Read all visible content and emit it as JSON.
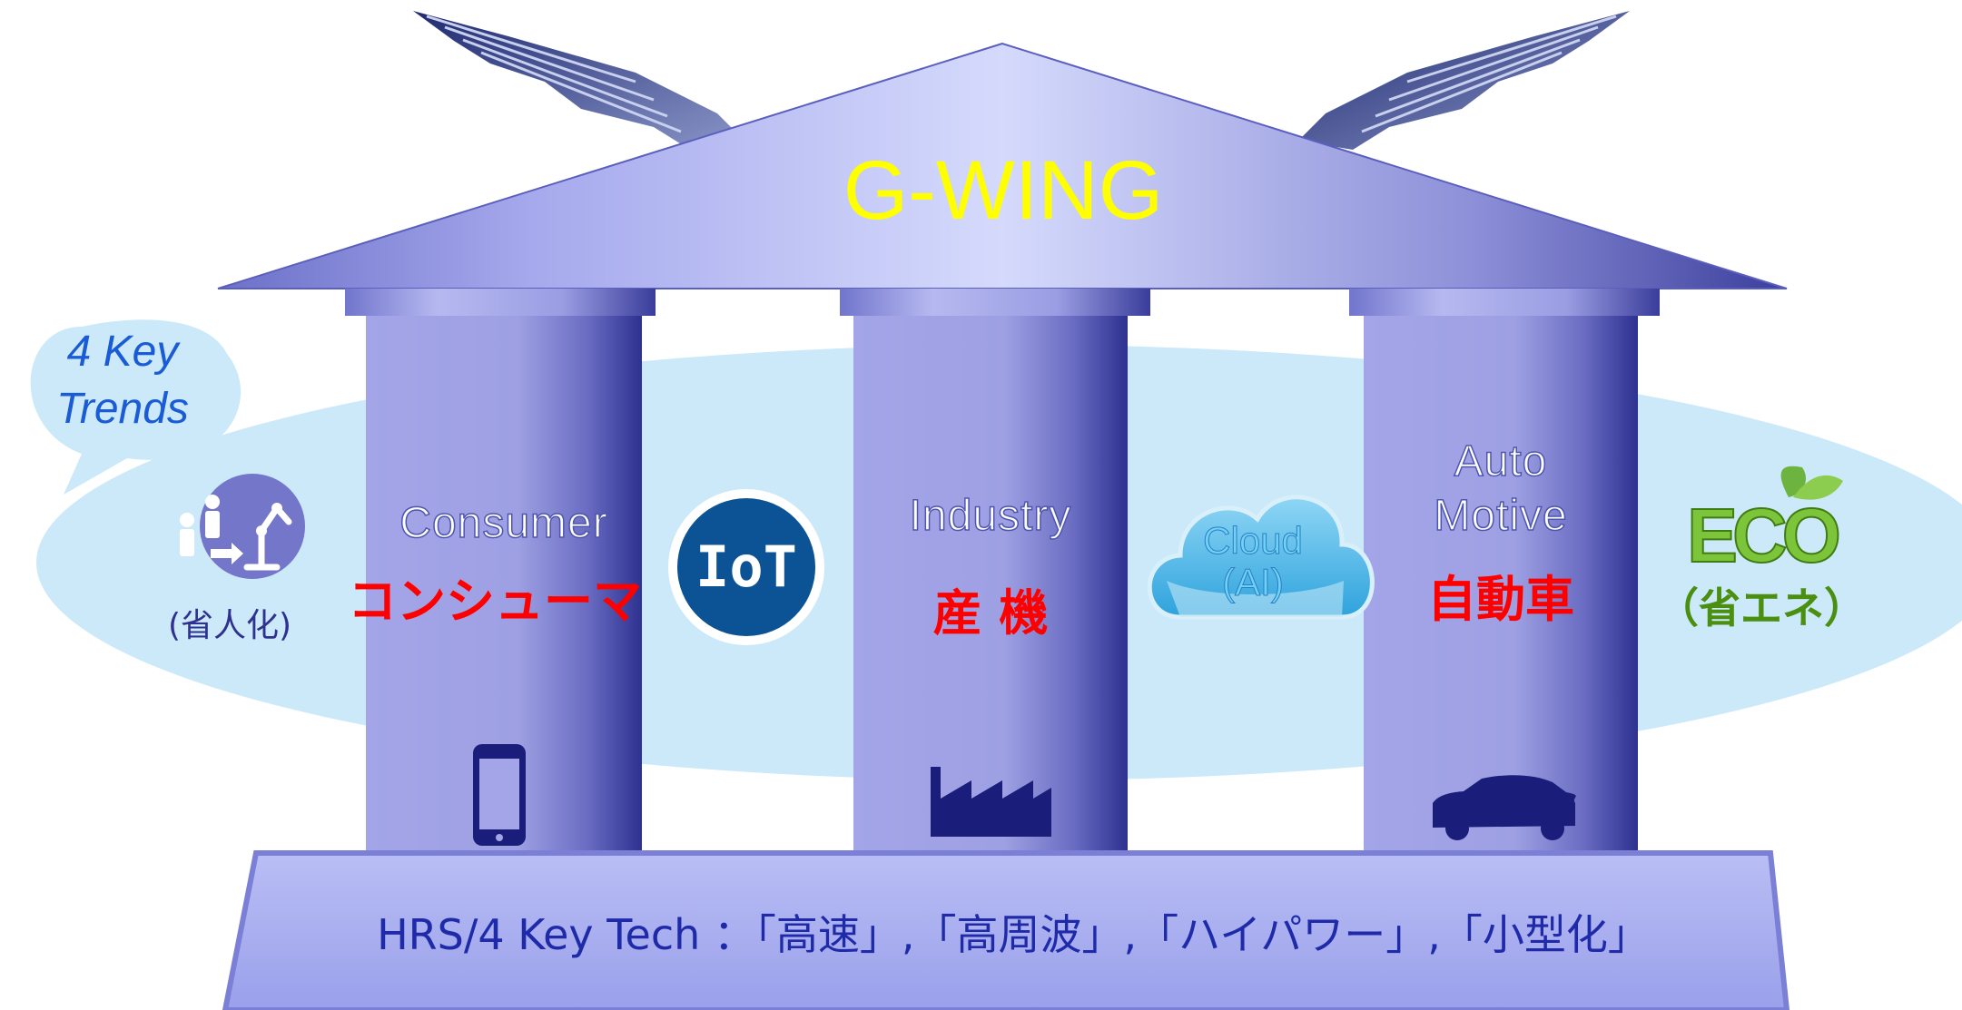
{
  "title": "G-WING",
  "trends_label_line1": "4 Key",
  "trends_label_line2": "Trends",
  "left_trend_label": "(省人化)",
  "pillars": [
    {
      "name_en": "Consumer",
      "name_jp": "コンシューマ",
      "icon": "smartphone-icon"
    },
    {
      "name_en": "Industry",
      "name_jp": "産 機",
      "icon": "factory-icon"
    },
    {
      "name_en_line1": "Auto",
      "name_en_line2": "Motive",
      "name_jp": "自動車",
      "icon": "car-icon"
    }
  ],
  "iot_label": "IoT",
  "cloud_line1": "Cloud",
  "cloud_line2": "(AI)",
  "eco_label": "ECO",
  "eco_sub": "（省エネ）",
  "base_text": "HRS/4 Key Tech ：「高速」,「高周波」,「ハイパワー」,「小型化」",
  "colors": {
    "title": "#ffff00",
    "pillar": "#a3a5e8",
    "pillar_dark": "#2e3190",
    "ellipse": "#cce9fa",
    "trend_text": "#1a5bd6",
    "jp_red": "#ff0000",
    "iot_blue": "#0b5394",
    "eco_green": "#4a8f10",
    "base": "#a8aef0"
  }
}
